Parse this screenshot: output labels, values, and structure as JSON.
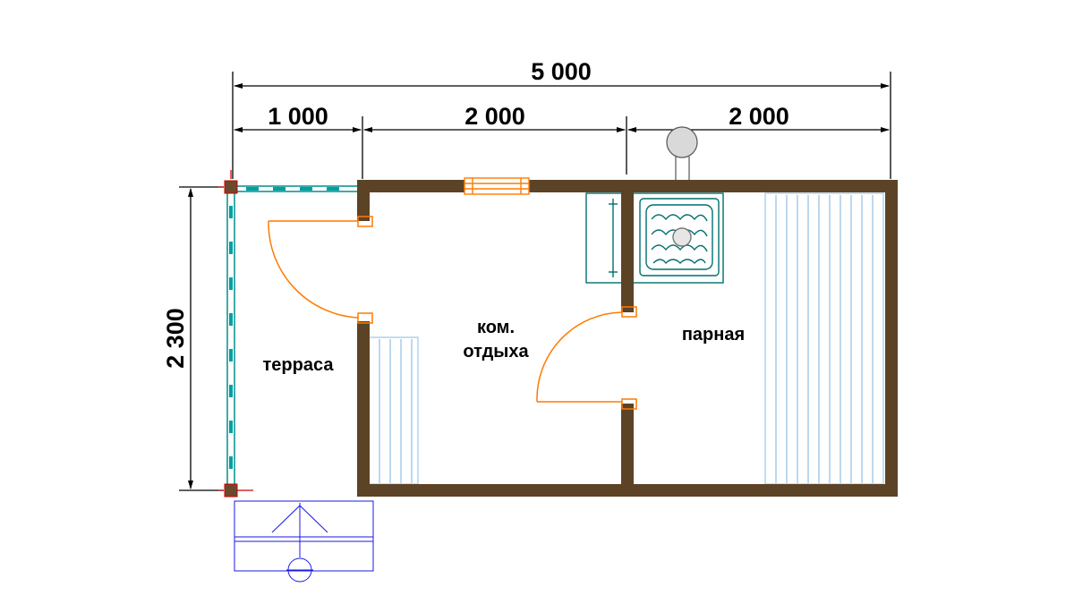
{
  "dimensions": {
    "total_width": "5 000",
    "terrace_width": "1 000",
    "rest_room_width": "2 000",
    "steam_room_width": "2 000",
    "depth": "2 300"
  },
  "rooms": {
    "terrace": "терраса",
    "rest_room_line1": "ком.",
    "rest_room_line2": "отдыха",
    "steam_room": "парная"
  },
  "colors": {
    "wall": "#5c4326",
    "dimension": "#000000",
    "door": "#ff7a00",
    "bench": "#a6ccec",
    "railing": "#008f8f",
    "stove": "#006f6f",
    "steps": "#1a1ae6"
  }
}
